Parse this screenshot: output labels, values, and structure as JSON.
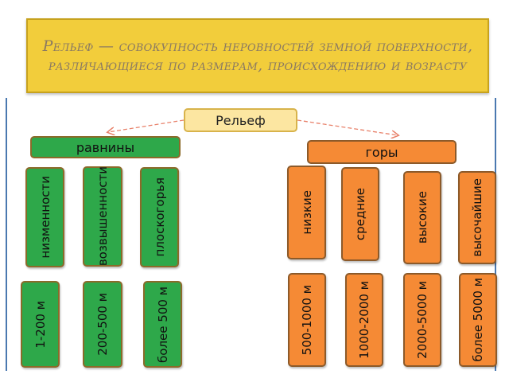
{
  "title": "Рельеф — совокупность неровностей земной поверхности, различающиеся по размерам, происхождению и возрасту",
  "root": "Рельеф",
  "plains": {
    "label": "равнины",
    "types": [
      "низменности",
      "возвышенности",
      "плоскогорья"
    ],
    "heights": [
      "1-200 м",
      "200-500 м",
      "более 500 м"
    ]
  },
  "mountains": {
    "label": "горы",
    "types": [
      "низкие",
      "средние",
      "высокие",
      "высочайшие"
    ],
    "heights": [
      "500-1000 м",
      "1000-2000 м",
      "2000-5000 м",
      "более 5000 м"
    ]
  },
  "colors": {
    "green": "#2ea84a",
    "orange": "#f58a35",
    "banner": "#f2cd3b",
    "root": "#fce6a1"
  }
}
